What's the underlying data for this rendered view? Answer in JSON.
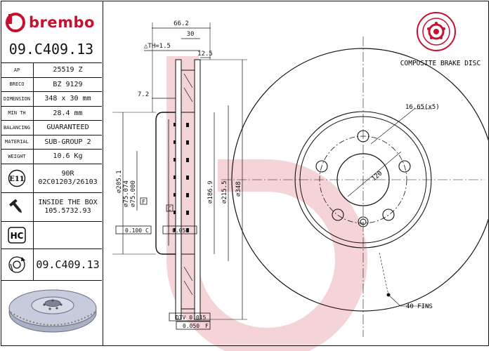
{
  "brand": {
    "name": "brembo",
    "color": "#c8102e"
  },
  "part_code": "09.C409.13",
  "specs": [
    {
      "key": "AP",
      "value": "25519 Z"
    },
    {
      "key": "BRECO",
      "value": "BZ 9129"
    },
    {
      "key": "DIMENSION",
      "value": "348 x 30 mm"
    },
    {
      "key": "MIN TH",
      "value": "28.4 mm"
    },
    {
      "key": "BALANCING",
      "value": "GUARANTEED"
    },
    {
      "key": "MATERIAL",
      "value": "SUB-GROUP 2"
    },
    {
      "key": "WEIGHT",
      "value": "10.6 Kg"
    }
  ],
  "e11": {
    "icon": "e11-mark",
    "label": "E11",
    "line1": "90R",
    "line2": "02C01203/26103"
  },
  "screw": {
    "icon": "screw-icon",
    "line1": "INSIDE THE BOX",
    "line2": "105.5732.93"
  },
  "hc": {
    "icon": "hc-mark",
    "label": "HC"
  },
  "disc_icon": {
    "icon": "disc-rotation-icon",
    "code": "09.C409.13"
  },
  "composite_label": "COMPOSITE BRAKE DISC",
  "dims": {
    "d66": "66.2",
    "d30": "30",
    "th": "△TH=1.5",
    "d12": "12.5",
    "d7": "7.2",
    "d205": "∅205.1",
    "d75": "∅75.074",
    "d75b": "∅75.000",
    "d186": "∅186.9",
    "d215": "∅215.5",
    "d348": "∅348",
    "holes": "16.65(x5)",
    "pcd": "120",
    "fins": "40 FINS",
    "tol1": "0.100",
    "tol1_ref": "C",
    "tol2": "0.050",
    "tol3": "DTV 0.015",
    "tol4": "0.050",
    "tol4_ref": "F",
    "datum_f": "F",
    "datum_c": "C"
  }
}
